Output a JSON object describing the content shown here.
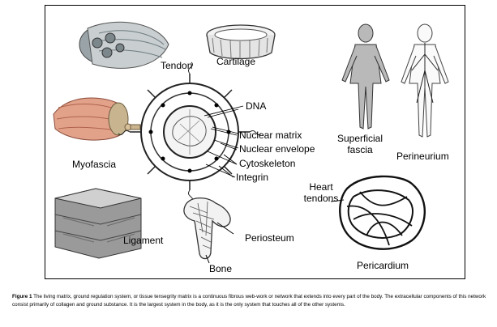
{
  "figure": {
    "labels": {
      "tendon": "Tendon",
      "cartilage": "Cartilage",
      "myofascia": "Myofascia",
      "dna": "DNA",
      "nuclear_matrix": "Nuclear matrix",
      "nuclear_envelope": "Nuclear envelope",
      "cytoskeleton": "Cytoskeleton",
      "integrin": "Integrin",
      "superficial_fascia_line1": "Superficial",
      "superficial_fascia_line2": "fascia",
      "perineurium": "Perineurium",
      "heart_tendons_line1": "Heart",
      "heart_tendons_line2": "tendons",
      "ligament": "Ligament",
      "periosteum": "Periosteum",
      "bone": "Bone",
      "pericardium": "Pericardium"
    }
  },
  "caption": {
    "label": "Figure 1",
    "text": "The living matrix, ground regulation system, or tissue tensegrity matrix is a continuous fibrous web-work or network that extends into every part of the body. The extracellular components of this network consist primarily of collagen and ground substance. It is the largest system in the body, as it is the only system that touches all of the other systems."
  }
}
